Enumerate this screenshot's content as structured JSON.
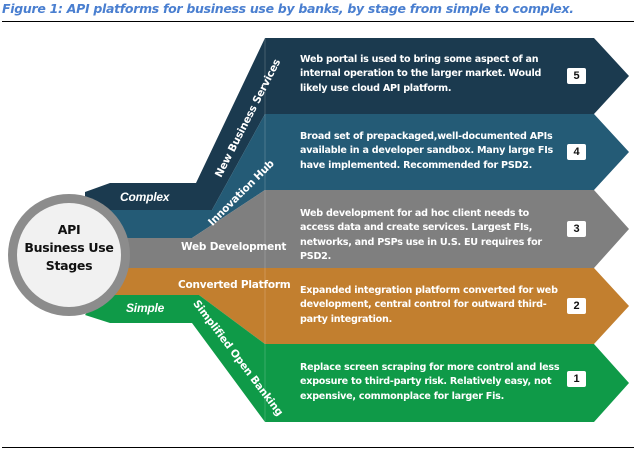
{
  "caption": "Figure 1: API platforms for business use by banks, by stage from simple to complex.",
  "center": {
    "lines": [
      "API",
      "Business Use",
      "Stages"
    ]
  },
  "axis_labels": {
    "complex": "Complex",
    "simple": "Simple"
  },
  "colors": {
    "stage5": "#1b3a4f",
    "stage4": "#245b76",
    "stage3": "#7f7f7f",
    "stage2": "#c27f2f",
    "stage1": "#0f9a48",
    "caption": "#4a7fd0",
    "ring": "#8c8c8c",
    "center_fill": "#f1f1f1"
  },
  "stages": [
    {
      "number": "5",
      "name": "New Business Services",
      "description": "Web portal  is used to bring some aspect of an internal operation to the larger market. Would likely use cloud API platform."
    },
    {
      "number": "4",
      "name": "Innovation Hub",
      "description": "Broad set of prepackaged,well-documented APIs available in a developer sandbox. Many large FIs have implemented. Recommended for PSD2."
    },
    {
      "number": "3",
      "name": "Web Development",
      "description": "Web development for ad hoc client needs to access data and create services. Largest FIs, networks, and PSPs use in U.S. EU requires for PSD2."
    },
    {
      "number": "2",
      "name": "Converted Platform",
      "description": "Expanded integration platform converted for web development, central control for outward third-party integration."
    },
    {
      "number": "1",
      "name": "Simplified Open Banking",
      "description": "Replace screen scraping for more control and less exposure to third-party risk. Relatively easy, not expensive, commonplace for larger Fis."
    }
  ]
}
